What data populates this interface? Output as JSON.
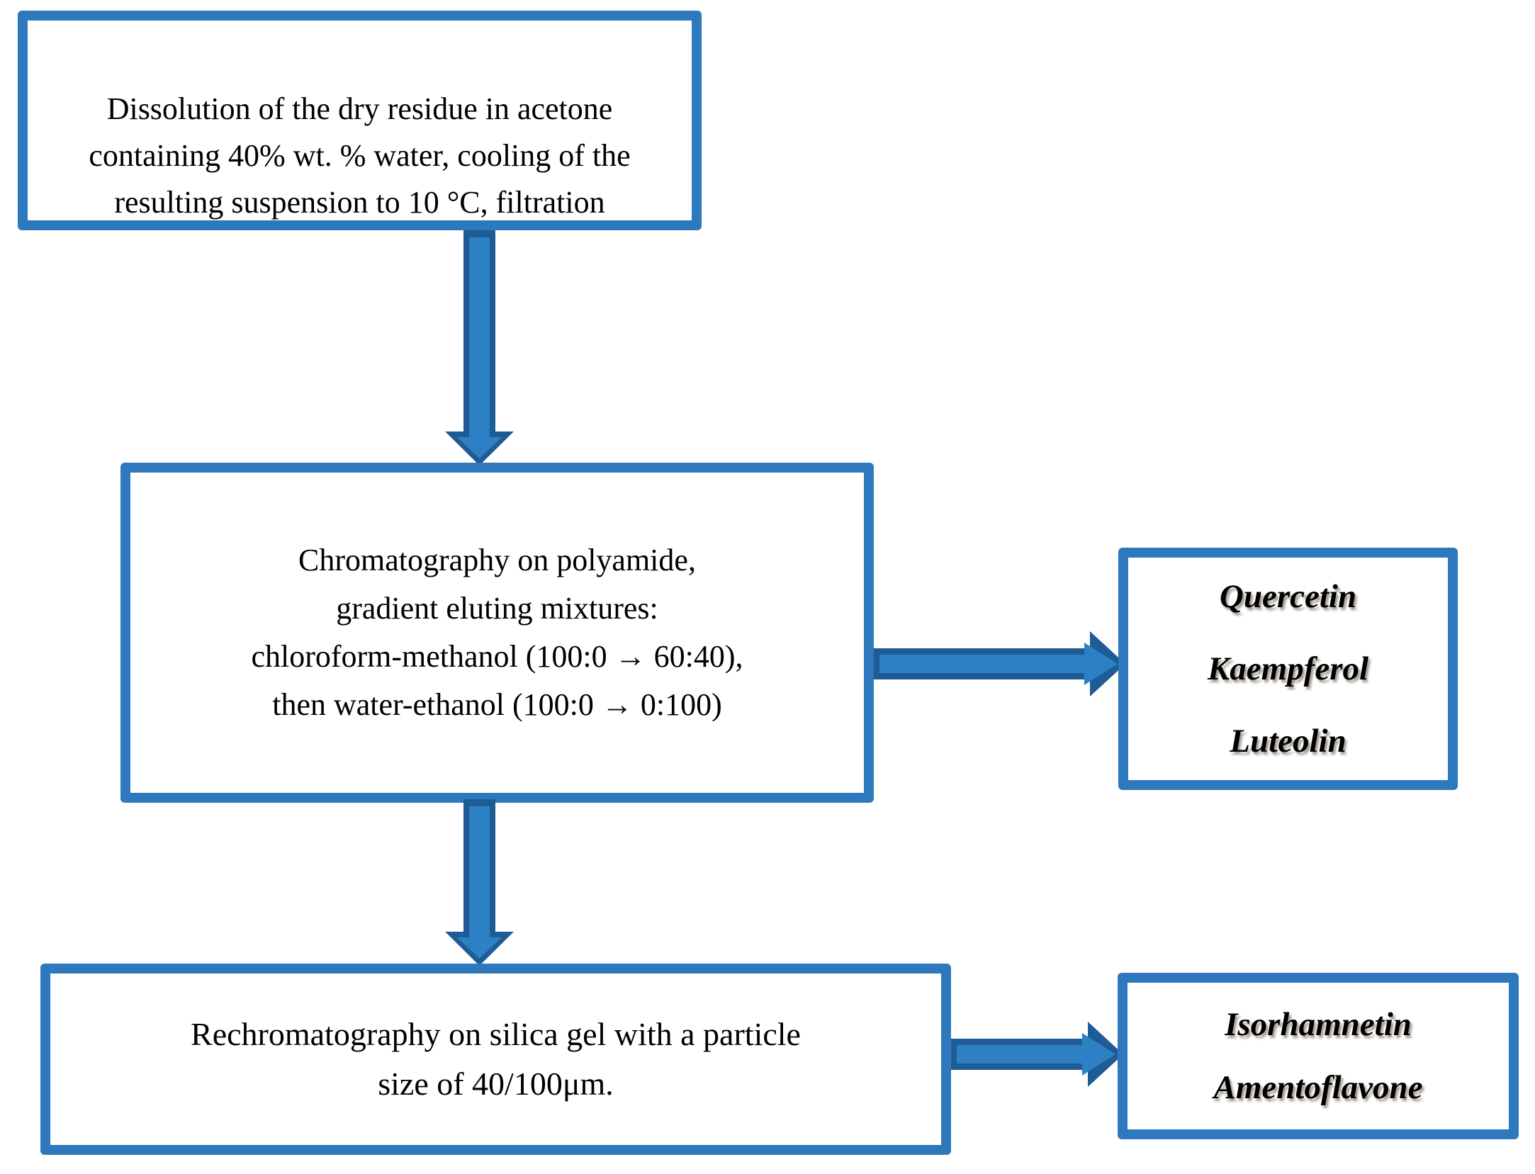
{
  "colors": {
    "box_border": "#2E79BE",
    "arrow_dark": "#1E5C96",
    "arrow_light": "#2E80C4",
    "text": "#000000"
  },
  "flowchart": {
    "steps": {
      "dissolution": {
        "lines": [
          "Dissolution of the dry residue in acetone",
          "containing 40% wt. % water, cooling of the",
          "resulting suspension to 10 °C, filtration"
        ]
      },
      "polyamide_chromatography": {
        "lines": [
          "Chromatography on polyamide,",
          "gradient eluting mixtures:",
          "chloroform-methanol (100:0 → 60:40),",
          "then water-ethanol (100:0 → 0:100)"
        ]
      },
      "silica_rechromatography": {
        "lines": [
          "Rechromatography on silica gel with a particle",
          "size of 40/100μm."
        ]
      }
    },
    "products": {
      "from_polyamide": {
        "compounds": [
          "Quercetin",
          "Kaempferol",
          "Luteolin"
        ]
      },
      "from_silica": {
        "compounds": [
          "Isorhamnetin",
          "Amentoflavone"
        ]
      }
    }
  }
}
